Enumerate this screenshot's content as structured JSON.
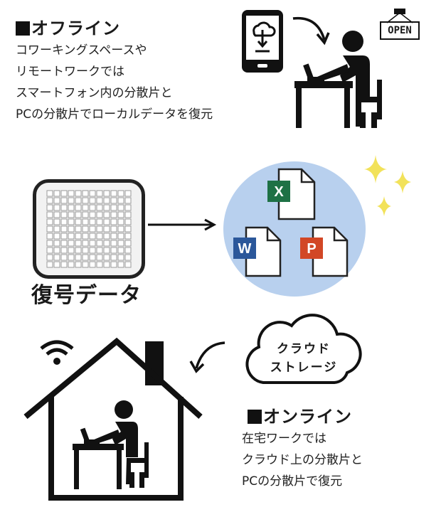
{
  "offline": {
    "title": "オフライン",
    "lines": [
      "コワーキングスペースや",
      "リモートワークでは",
      "スマートフォン内の分散片と",
      "PCの分散片でローカルデータを復元"
    ],
    "sign": "OPEN"
  },
  "decryption": {
    "label": "復号データ",
    "apps": [
      {
        "letter": "X",
        "color": "#1e7145"
      },
      {
        "letter": "W",
        "color": "#2b579a"
      },
      {
        "letter": "P",
        "color": "#d24726"
      }
    ]
  },
  "cloud": {
    "lines": [
      "クラウド",
      "ストレージ"
    ]
  },
  "online": {
    "title": "オンライン",
    "lines": [
      "在宅ワークでは",
      "クラウド上の分散片と",
      "PCの分散片で復元"
    ]
  },
  "colors": {
    "circle": "#b8d0ee",
    "sparkle": "#f2e25a",
    "ink": "#111111"
  }
}
